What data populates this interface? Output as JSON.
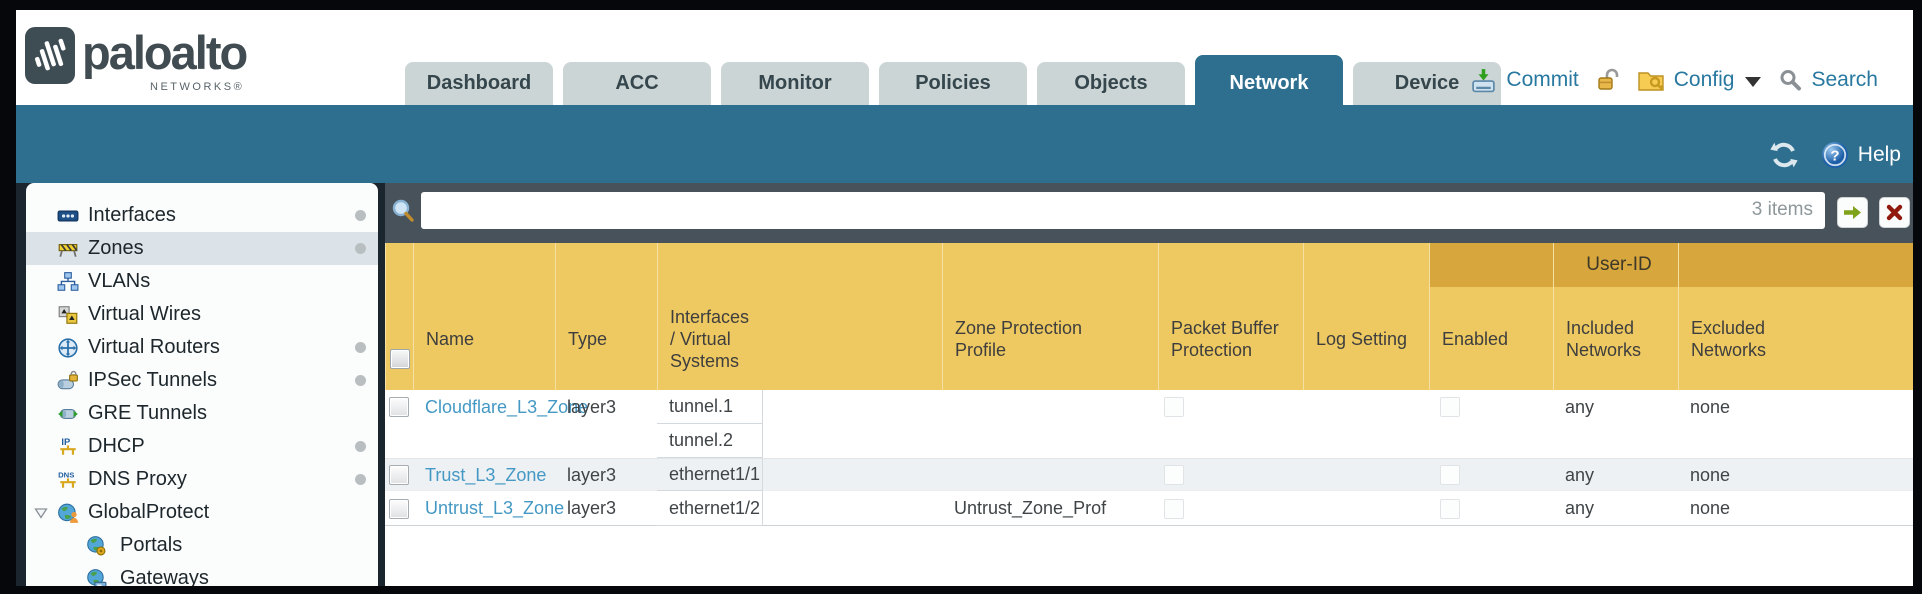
{
  "brand": {
    "name": "paloalto",
    "sub": "NETWORKS®"
  },
  "nav": {
    "tabs": [
      {
        "label": "Dashboard",
        "active": false
      },
      {
        "label": "ACC",
        "active": false
      },
      {
        "label": "Monitor",
        "active": false
      },
      {
        "label": "Policies",
        "active": false
      },
      {
        "label": "Objects",
        "active": false
      },
      {
        "label": "Network",
        "active": true
      },
      {
        "label": "Device",
        "active": false
      }
    ]
  },
  "actions": {
    "commit": "Commit",
    "config": "Config",
    "search": "Search"
  },
  "toolbar": {
    "help": "Help"
  },
  "sidebar": {
    "items": [
      {
        "label": "Interfaces",
        "icon": "interfaces-icon",
        "dot": true
      },
      {
        "label": "Zones",
        "icon": "zones-icon",
        "dot": true,
        "selected": true
      },
      {
        "label": "VLANs",
        "icon": "vlans-icon"
      },
      {
        "label": "Virtual Wires",
        "icon": "virtual-wires-icon"
      },
      {
        "label": "Virtual Routers",
        "icon": "virtual-routers-icon",
        "dot": true
      },
      {
        "label": "IPSec Tunnels",
        "icon": "ipsec-tunnels-icon",
        "dot": true
      },
      {
        "label": "GRE Tunnels",
        "icon": "gre-tunnels-icon"
      },
      {
        "label": "DHCP",
        "icon": "dhcp-icon",
        "dot": true
      },
      {
        "label": "DNS Proxy",
        "icon": "dns-proxy-icon",
        "dot": true
      },
      {
        "label": "GlobalProtect",
        "icon": "globalprotect-icon",
        "expanded": true
      },
      {
        "label": "Portals",
        "icon": "portals-icon",
        "indent": 1
      },
      {
        "label": "Gateways",
        "icon": "gateways-icon",
        "indent": 1
      }
    ]
  },
  "filter": {
    "count": "3 items",
    "value": "",
    "placeholder": ""
  },
  "table": {
    "group_header": "User-ID",
    "columns": [
      "",
      "Name",
      "Type",
      "Interfaces / Virtual Systems",
      "Zone Protection Profile",
      "Packet Buffer Protection",
      "Log Setting",
      "Enabled",
      "Included Networks",
      "Excluded Networks"
    ],
    "rows": [
      {
        "name": "Cloudflare_L3_Zone",
        "type": "layer3",
        "interfaces": [
          "tunnel.1",
          "tunnel.2"
        ],
        "zone_protection_profile": "",
        "packet_buffer_protection": false,
        "log_setting": "",
        "enabled": false,
        "included_networks": "any",
        "excluded_networks": "none"
      },
      {
        "name": "Trust_L3_Zone",
        "type": "layer3",
        "interfaces": [
          "ethernet1/1"
        ],
        "zone_protection_profile": "",
        "packet_buffer_protection": false,
        "log_setting": "",
        "enabled": false,
        "included_networks": "any",
        "excluded_networks": "none"
      },
      {
        "name": "Untrust_L3_Zone",
        "type": "layer3",
        "interfaces": [
          "ethernet1/2"
        ],
        "zone_protection_profile": "Untrust_Zone_Prof",
        "packet_buffer_protection": false,
        "log_setting": "",
        "enabled": false,
        "included_networks": "any",
        "excluded_networks": "none"
      }
    ]
  },
  "colors": {
    "teal": "#2e6f90",
    "slate": "#48525a",
    "gold": "#eec961",
    "gold_dark": "#d7a73d",
    "link": "#4498c4",
    "action_blue": "#2878a0"
  }
}
